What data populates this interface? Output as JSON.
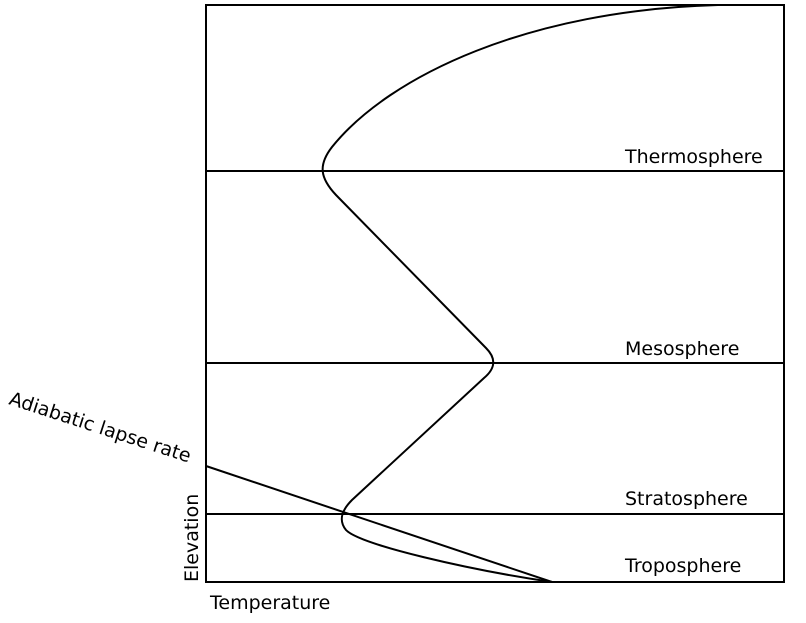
{
  "layers": {
    "thermosphere": "Thermosphere",
    "mesosphere": "Mesosphere",
    "stratosphere": "Stratosphere",
    "troposphere": "Troposphere"
  },
  "axes": {
    "x_label": "Temperature",
    "y_label": "Elevation"
  },
  "annotations": {
    "lapse_rate": "Adiabatic lapse rate"
  },
  "colors": {
    "line": "#000000",
    "background": "#ffffff"
  }
}
